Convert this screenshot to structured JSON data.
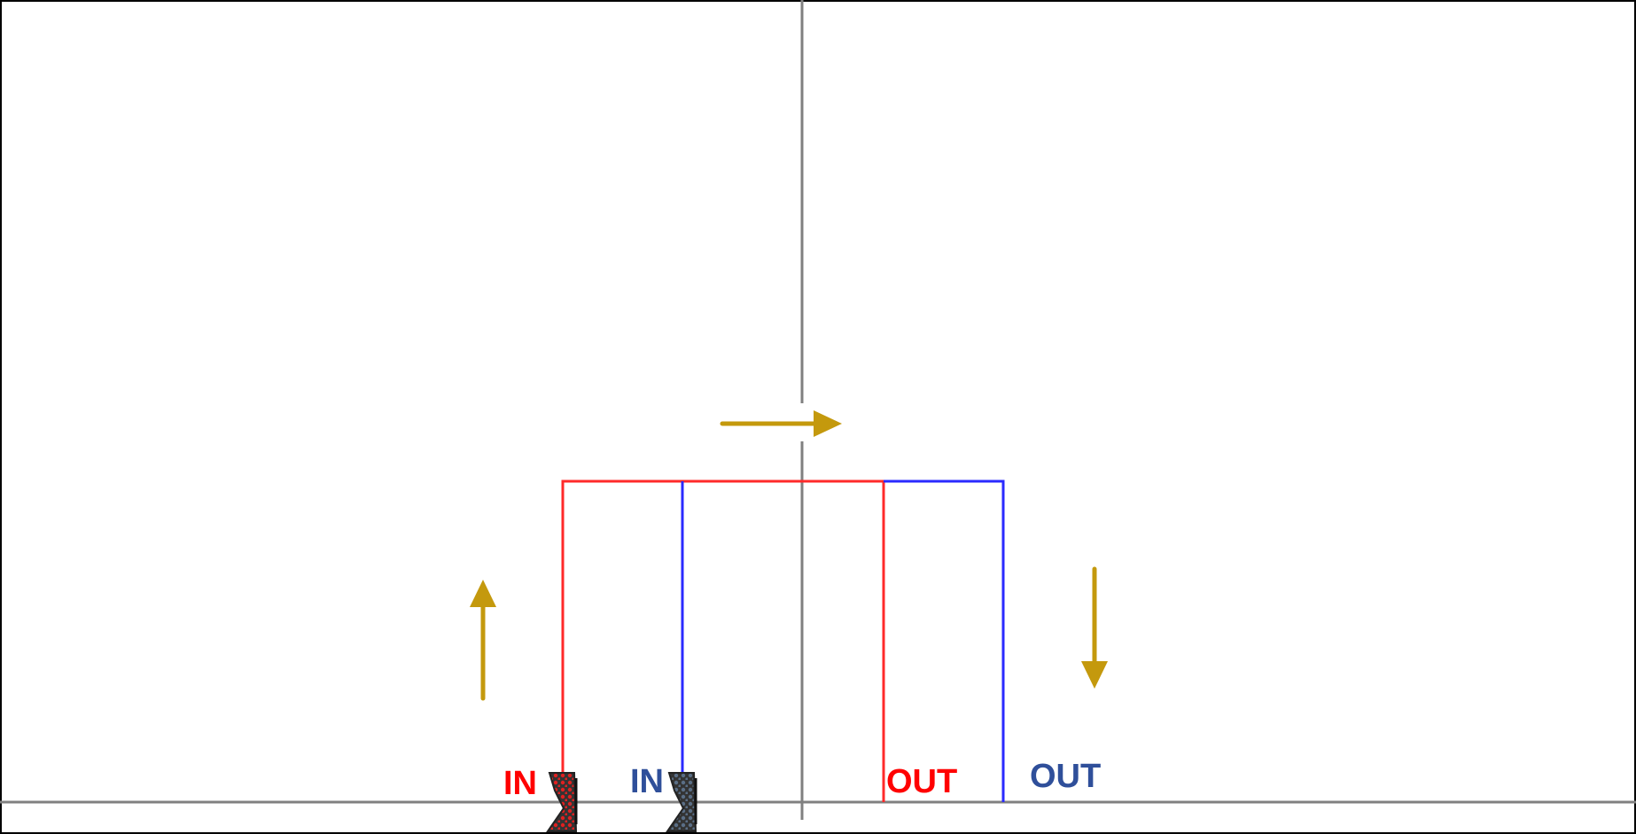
{
  "labels": {
    "red_in": "IN",
    "blue_in": "IN",
    "red_out": "OUT",
    "blue_out": "OUT"
  },
  "colors": {
    "red_path": "#ff2a2a",
    "blue_path": "#2a2aff",
    "red_label": "#ff0000",
    "blue_label": "#2f4f9a",
    "arrow": "#c4990d",
    "axis": "#808080",
    "frame": "#000000",
    "red_marker": "#e02020",
    "blue_marker": "#5a6e86"
  },
  "icons": {
    "flow_up": "arrow-up",
    "flow_right": "arrow-right",
    "flow_down": "arrow-down",
    "red_marker": "chevron-marker",
    "blue_marker": "chevron-marker"
  }
}
